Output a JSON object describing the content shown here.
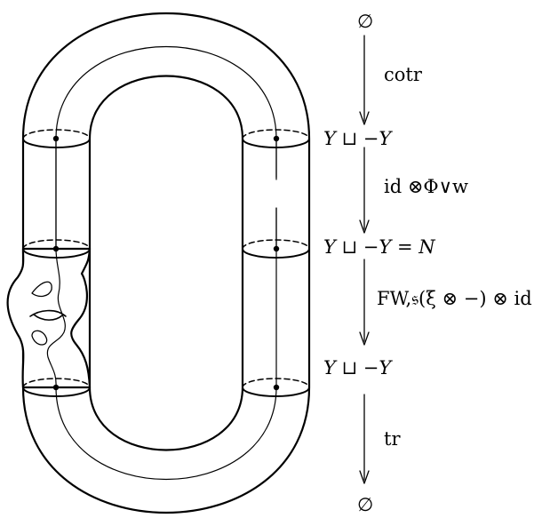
{
  "labels": {
    "empty_top": "∅",
    "cotr": "cotr",
    "y_top": "Y ⊔ −Y",
    "map_phi": "id ⊗Φ∨w",
    "y_mid": "Y ⊔ −Y = N",
    "map_cob": "FW,𝔰(ξ ⊗ −) ⊗ id",
    "y_bot": "Y ⊔ −Y",
    "tr": "tr",
    "empty_bot": "∅"
  }
}
